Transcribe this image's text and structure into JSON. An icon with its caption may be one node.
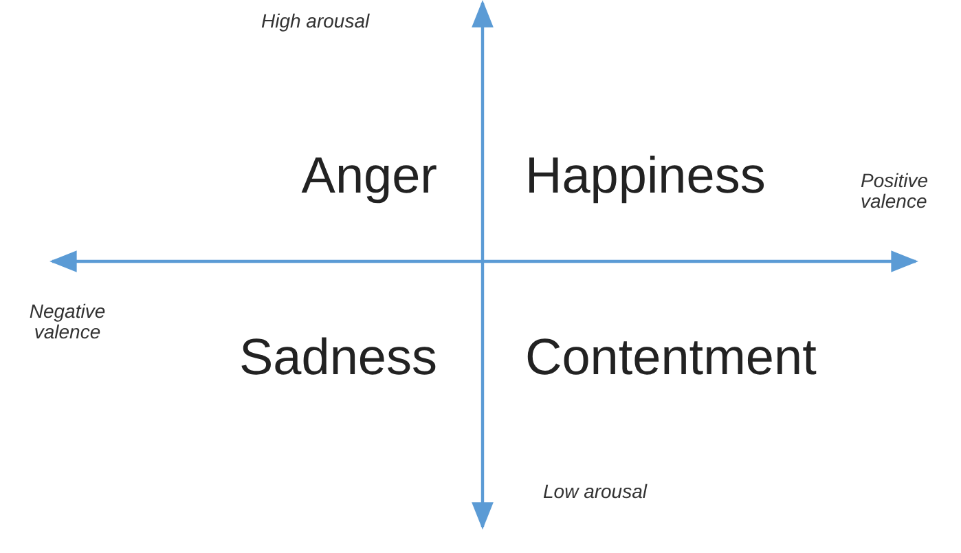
{
  "diagram": {
    "labels": [
      "High arousal",
      "Anger",
      "Happiness",
      "Positive valence",
      "Negative valence",
      "Sadness",
      "Contentment",
      "Low arousal"
    ]
  }
}
